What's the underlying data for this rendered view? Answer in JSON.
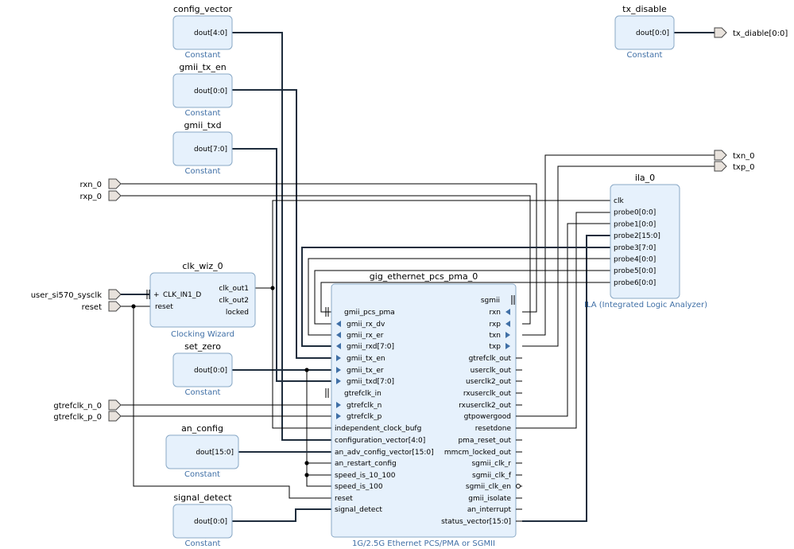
{
  "blocks": {
    "config_vector": {
      "title": "config_vector",
      "subtitle": "Constant",
      "pin": "dout[4:0]"
    },
    "gmii_tx_en": {
      "title": "gmii_tx_en",
      "subtitle": "Constant",
      "pin": "dout[0:0]"
    },
    "gmii_txd": {
      "title": "gmii_txd",
      "subtitle": "Constant",
      "pin": "dout[7:0]"
    },
    "tx_disable": {
      "title": "tx_disable",
      "subtitle": "Constant",
      "pin": "dout[0:0]"
    },
    "set_zero": {
      "title": "set_zero",
      "subtitle": "Constant",
      "pin": "dout[0:0]"
    },
    "an_config": {
      "title": "an_config",
      "subtitle": "Constant",
      "pin": "dout[15:0]"
    },
    "signal_detect": {
      "title": "signal_detect",
      "subtitle": "Constant",
      "pin": "dout[0:0]"
    },
    "clk_wiz": {
      "title": "clk_wiz_0",
      "subtitle": "Clocking Wizard",
      "left_pins": [
        "CLK_IN1_D",
        "reset"
      ],
      "right_pins": [
        "clk_out1",
        "clk_out2",
        "locked"
      ]
    },
    "ila": {
      "title": "ila_0",
      "subtitle": "ILA (Integrated Logic Analyzer)",
      "pins": [
        "clk",
        "probe0[0:0]",
        "probe1[0:0]",
        "probe2[15:0]",
        "probe3[7:0]",
        "probe4[0:0]",
        "probe5[0:0]",
        "probe6[0:0]"
      ]
    },
    "gig": {
      "title": "gig_ethernet_pcs_pma_0",
      "subtitle": "1G/2.5G Ethernet PCS/PMA or SGMII",
      "left_pins": [
        "gmii_pcs_pma",
        "gmii_rx_dv",
        "gmii_rx_er",
        "gmii_rxd[7:0]",
        "gmii_tx_en",
        "gmii_tx_er",
        "gmii_txd[7:0]",
        "gtrefclk_in",
        "gtrefclk_n",
        "gtrefclk_p",
        "independent_clock_bufg",
        "configuration_vector[4:0]",
        "an_adv_config_vector[15:0]",
        "an_restart_config",
        "speed_is_10_100",
        "speed_is_100",
        "reset",
        "signal_detect"
      ],
      "right_pins": [
        "sgmii",
        "rxn",
        "rxp",
        "txn",
        "txp",
        "gtrefclk_out",
        "userclk_out",
        "userclk2_out",
        "rxuserclk_out",
        "rxuserclk2_out",
        "gtpowergood",
        "resetdone",
        "pma_reset_out",
        "mmcm_locked_out",
        "sgmii_clk_r",
        "sgmii_clk_f",
        "sgmii_clk_en",
        "gmii_isolate",
        "an_interrupt",
        "status_vector[15:0]"
      ]
    }
  },
  "ports": {
    "rxn": "rxn_0",
    "rxp": "rxp_0",
    "sysclk": "user_si570_sysclk",
    "reset": "reset",
    "gtrefclk_n": "gtrefclk_n_0",
    "gtrefclk_p": "gtrefclk_p_0",
    "txn": "txn_0",
    "txp": "txp_0",
    "tx_disable": "tx_diable[0:0]"
  }
}
